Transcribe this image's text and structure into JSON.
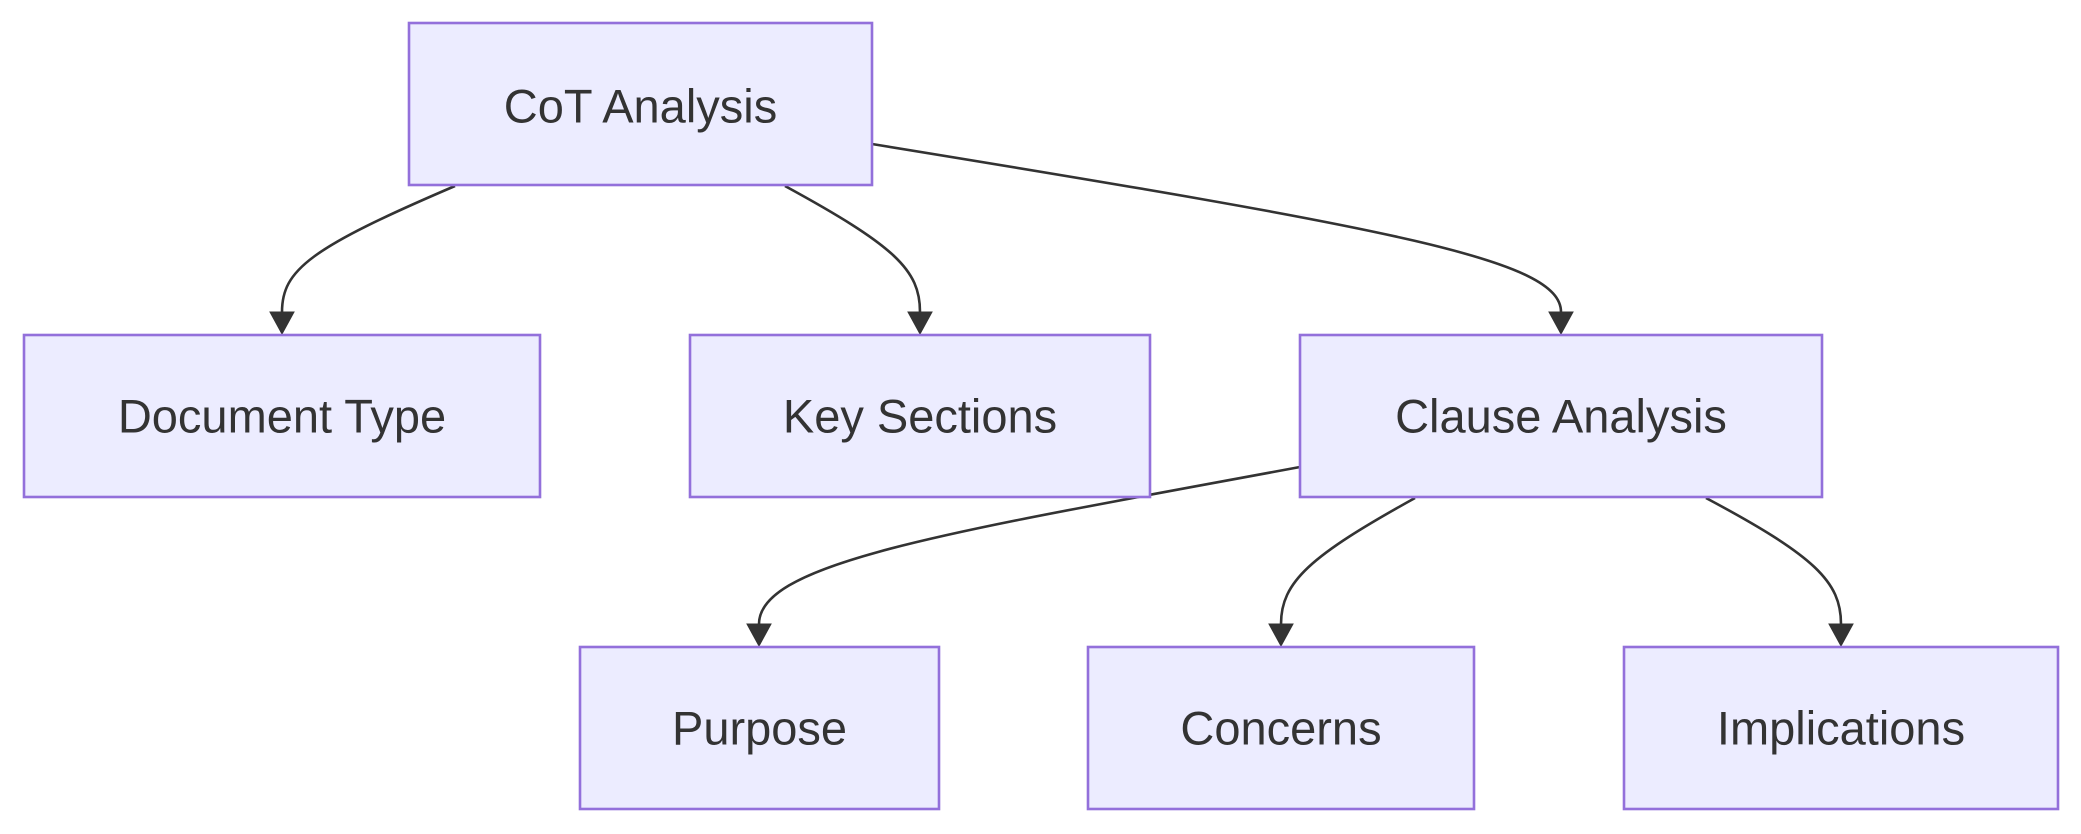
{
  "diagram": {
    "type": "flowchart-tree",
    "direction": "top-down",
    "colors": {
      "node_fill": "#ececff",
      "node_stroke": "#9370db",
      "edge": "#333333",
      "text": "#333333",
      "background": "#ffffff"
    },
    "nodes": {
      "cot_analysis": "CoT Analysis",
      "document_type": "Document Type",
      "key_sections": "Key Sections",
      "clause_analysis": "Clause Analysis",
      "purpose": "Purpose",
      "concerns": "Concerns",
      "implications": "Implications"
    },
    "edges": [
      {
        "from": "cot_analysis",
        "to": "document_type"
      },
      {
        "from": "cot_analysis",
        "to": "key_sections"
      },
      {
        "from": "cot_analysis",
        "to": "clause_analysis"
      },
      {
        "from": "clause_analysis",
        "to": "purpose"
      },
      {
        "from": "clause_analysis",
        "to": "concerns"
      },
      {
        "from": "clause_analysis",
        "to": "implications"
      }
    ]
  }
}
